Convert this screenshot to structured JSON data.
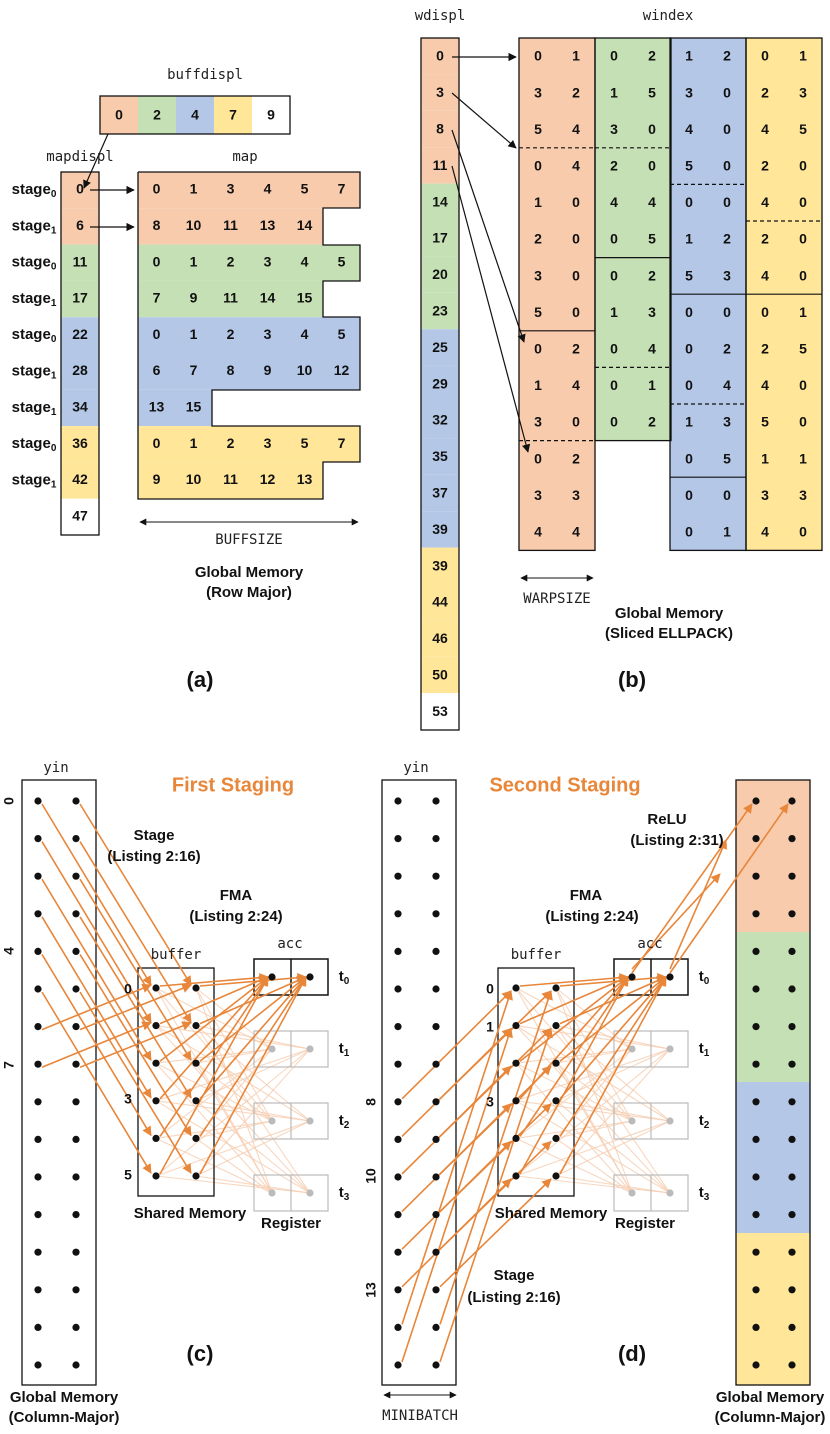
{
  "colors": {
    "orange": "#F8CBAD",
    "green": "#C5E0B4",
    "blue": "#B4C7E7",
    "yellow": "#FFE699",
    "white": "#FFFFFF",
    "accent": "#E8863A",
    "red": "#E00000"
  },
  "panel_a": {
    "caption": "(a)",
    "buffdispl_title": "buffdispl",
    "buffdispl": [
      "0",
      "2",
      "4",
      "7",
      "9"
    ],
    "mapdispl_title": "mapdispl",
    "mapdispl": [
      "0",
      "6",
      "11",
      "17",
      "22",
      "28",
      "34",
      "36",
      "42",
      "47"
    ],
    "map_title": "map",
    "stage_labels": [
      {
        "base": "stage",
        "sub": "0",
        "color": "#E8863A"
      },
      {
        "base": "stage",
        "sub": "1",
        "color": "#E8863A"
      },
      {
        "base": "stage",
        "sub": "0",
        "color": "#70AD47"
      },
      {
        "base": "stage",
        "sub": "1",
        "color": "#70AD47"
      },
      {
        "base": "stage",
        "sub": "0",
        "color": "#5B9BD5"
      },
      {
        "base": "stage",
        "sub": "1",
        "color": "#5B9BD5"
      },
      {
        "base": "stage",
        "sub": "1",
        "color": "#5B9BD5"
      },
      {
        "base": "stage",
        "sub": "0",
        "color": "#BF9000"
      },
      {
        "base": "stage",
        "sub": "1",
        "color": "#BF9000"
      }
    ],
    "map_rows": [
      [
        "0",
        "1",
        "3",
        "4",
        "5",
        "7"
      ],
      [
        "8",
        "10",
        "11",
        "13",
        "14"
      ],
      [
        "0",
        "1",
        "2",
        "3",
        "4",
        "5"
      ],
      [
        "7",
        "9",
        "11",
        "14",
        "15"
      ],
      [
        "0",
        "1",
        "2",
        "3",
        "4",
        "5"
      ],
      [
        "6",
        "7",
        "8",
        "9",
        "10",
        "12"
      ],
      [
        "13",
        "15"
      ],
      [
        "0",
        "1",
        "2",
        "3",
        "5",
        "7"
      ],
      [
        "9",
        "10",
        "11",
        "12",
        "13"
      ]
    ],
    "buffsize_label": "BUFFSIZE",
    "memory_label_1": "Global Memory",
    "memory_label_2": "(Row Major)"
  },
  "panel_b": {
    "caption": "(b)",
    "wdispl_title": "wdispl",
    "wdispl": [
      "0",
      "3",
      "8",
      "11",
      "14",
      "17",
      "20",
      "23",
      "25",
      "29",
      "32",
      "35",
      "37",
      "39",
      "39",
      "44",
      "46",
      "50",
      "53"
    ],
    "windex_title": "windex",
    "windex_cols": [
      [
        [
          "0",
          "1"
        ],
        [
          "3",
          "2"
        ],
        [
          "5",
          "4"
        ],
        [
          "0",
          "4"
        ],
        [
          "1",
          "0"
        ],
        [
          "2",
          "0"
        ],
        [
          "3",
          "0"
        ],
        [
          "5",
          "0"
        ],
        [
          "0",
          "2"
        ],
        [
          "1",
          "4"
        ],
        [
          "3",
          "0"
        ],
        [
          "0",
          "2"
        ],
        [
          "3",
          "3"
        ],
        [
          "4",
          "4"
        ]
      ],
      [
        [
          "0",
          "2"
        ],
        [
          "1",
          "5"
        ],
        [
          "3",
          "0"
        ],
        [
          "2",
          "0"
        ],
        [
          "4",
          "4"
        ],
        [
          "0",
          "5"
        ],
        [
          "0",
          "2"
        ],
        [
          "1",
          "3"
        ],
        [
          "0",
          "4"
        ],
        [
          "0",
          "1"
        ],
        [
          "0",
          "2"
        ]
      ],
      [
        [
          "1",
          "2"
        ],
        [
          "3",
          "0"
        ],
        [
          "4",
          "0"
        ],
        [
          "5",
          "0"
        ],
        [
          "0",
          "0"
        ],
        [
          "1",
          "2"
        ],
        [
          "5",
          "3"
        ],
        [
          "0",
          "0"
        ],
        [
          "0",
          "2"
        ],
        [
          "0",
          "4"
        ],
        [
          "1",
          "3"
        ],
        [
          "0",
          "5"
        ],
        [
          "0",
          "0"
        ],
        [
          "0",
          "1"
        ]
      ],
      [
        [
          "0",
          "1"
        ],
        [
          "2",
          "3"
        ],
        [
          "4",
          "5"
        ],
        [
          "2",
          "0"
        ],
        [
          "4",
          "0"
        ],
        [
          "2",
          "0"
        ],
        [
          "4",
          "0"
        ],
        [
          "0",
          "1"
        ],
        [
          "2",
          "5"
        ],
        [
          "4",
          "0"
        ],
        [
          "5",
          "0"
        ],
        [
          "1",
          "1"
        ],
        [
          "3",
          "3"
        ],
        [
          "4",
          "0"
        ]
      ]
    ],
    "warpsize_label": "WARPSIZE",
    "memory_label_1": "Global Memory",
    "memory_label_2": "(Sliced ELLPACK)"
  },
  "panel_c": {
    "caption": "(c)",
    "title": "First Staging",
    "yin_title": "yin",
    "row_labels": [
      "0",
      "4",
      "7"
    ],
    "stage_label_1": "Stage",
    "stage_label_2": "(Listing 2:16)",
    "fma_label_1": "FMA",
    "fma_label_2": "(Listing 2:24)",
    "buffer_title": "buffer",
    "buffer_row_labels": [
      "0",
      "3",
      "5"
    ],
    "acc_title": "acc",
    "threads": [
      {
        "base": "t",
        "sub": "0"
      },
      {
        "base": "t",
        "sub": "1"
      },
      {
        "base": "t",
        "sub": "2"
      },
      {
        "base": "t",
        "sub": "3"
      }
    ],
    "shared_label": "Shared Memory",
    "register_label": "Register",
    "memory_label_1": "Global Memory",
    "memory_label_2": "(Column-Major)"
  },
  "panel_d": {
    "caption": "(d)",
    "title": "Second Staging",
    "yin_title": "yin",
    "row_labels": [
      "8",
      "10",
      "13"
    ],
    "relu_label_1": "ReLU",
    "relu_label_2": "(Listing 2:31)",
    "fma_label_1": "FMA",
    "fma_label_2": "(Listing 2:24)",
    "stage_label_1": "Stage",
    "stage_label_2": "(Listing 2:16)",
    "buffer_title": "buffer",
    "buffer_row_labels": [
      "0",
      "1",
      "3"
    ],
    "acc_title": "acc",
    "threads": [
      {
        "base": "t",
        "sub": "0"
      },
      {
        "base": "t",
        "sub": "1"
      },
      {
        "base": "t",
        "sub": "2"
      },
      {
        "base": "t",
        "sub": "3"
      }
    ],
    "shared_label": "Shared Memory",
    "register_label": "Register",
    "minibatch_label": "MINIBATCH",
    "memory_label_1": "Global Memory",
    "memory_label_2": "(Column-Major)"
  }
}
